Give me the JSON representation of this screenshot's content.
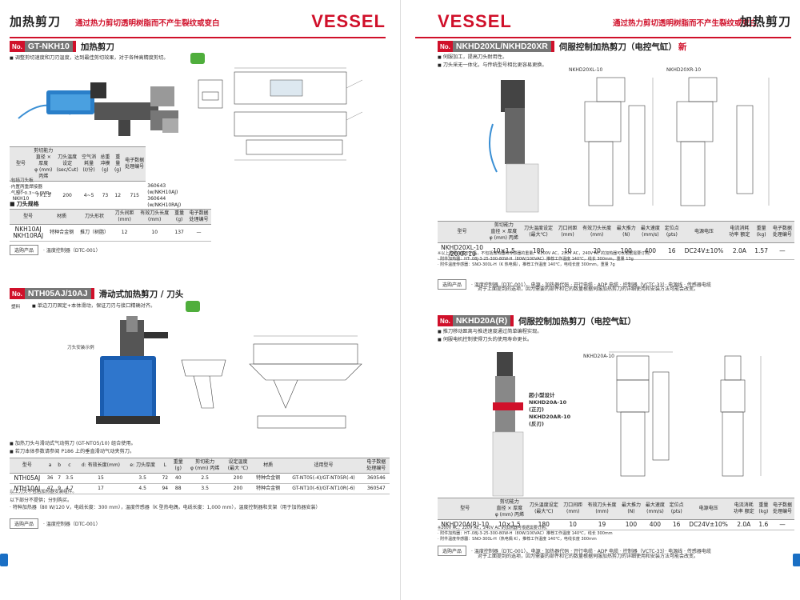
{
  "left_page": {
    "header": {
      "title": "加热剪刀",
      "tagline": "通过热力剪切透明树脂而不产生裂纹或变白",
      "logo": "VESSEL"
    },
    "s1": {
      "no": "No.",
      "code": "GT-NKH10",
      "name": "加热剪刀",
      "bullets": [
        "调整剪切速度和刀刃温度，达到最佳剪切效果，对于各种高精度剪切。"
      ],
      "table": {
        "headers": [
          "型号",
          "剪切能力\n直径 × 厚度\nφ (mm) 丙烯",
          "刀头温度\n设定\n(sec/Cut)",
          "空气消耗量\n(ℓ/分)",
          "总重冲模\n(g)",
          "重量\n(g)",
          "电子数据处理编号"
        ],
        "row": [
          "GT-NKH10",
          "7×1.5",
          "200",
          "4~5",
          "73",
          "12",
          "715",
          "360643 (w/NKH10AJ)\n360644 (w/NKH10RAJ)"
        ]
      },
      "notes": [
        "·包括刀头板",
        "·内置两重焊接器",
        "·气压：0.3~0.6MPa"
      ],
      "blade_title": "刀头规格",
      "blade_table": {
        "headers": [
          "型号",
          "材质",
          "刀头形状",
          "刀头间距\n(mm)",
          "有效刀头长度\n(mm)",
          "重量\n(g)",
          "电子数据\n处理编号"
        ],
        "rows": [
          [
            "NKH10AJ\nNKH10RAJ",
            "特种合金钢",
            "推刀（树脂）",
            "12",
            "10",
            "137",
            "—"
          ]
        ]
      },
      "related_label": "选购产品",
      "related_text": "· 温度控制器（DTC-001）"
    },
    "s2": {
      "no": "No.",
      "code": "NTH05AJ/10AJ",
      "name": "滑动式加热剪刀 / 刀头",
      "left_label": "塑料",
      "bullets": [
        "单边刀刃固定+本体滑动，保证刀刃与接口精确对齐。"
      ],
      "photo_label": "刀头安装示例",
      "bullets2": [
        "加热刀头与滑动式气动剪刀 (GT-NTO5/10) 组合使用。",
        "若刀本体参数请参阅 P186 上的垂直滑动气动夹剪刀。"
      ],
      "table": {
        "headers": [
          "型号",
          "a",
          "b",
          "c",
          "d: 有效长度(mm)",
          "e: 刀头厚度",
          "L",
          "重量\n(g)",
          "剪切能力\nφ (mm) 丙烯",
          "设定温度\n(最大 ℃)",
          "材质",
          "适用型号",
          "电子数据\n处理编号"
        ],
        "rows": [
          [
            "NTH05AJ",
            "36",
            "7",
            "3.5",
            "15",
            "3.5",
            "72",
            "40",
            "2.5",
            "200",
            "特种合金钢",
            "GT-NT05(-4)/GT-NT05R(-4)",
            "360546"
          ],
          [
            "NTH10AJ",
            "47",
            "9",
            "4.7",
            "17",
            "4.5",
            "94",
            "88",
            "3.5",
            "200",
            "特种合金钢",
            "GT-NT10(-6)/GT-NT10R(-6)",
            "360547"
          ]
        ]
      },
      "footnote1": "以上刀头不包括加热器安装组件。",
      "sub_title": "以下部分不提供；分别购买。",
      "sub_text": "· 特种加热器（80 W/120 V，电线长度：300 mm），温度传感器（K 型热电偶，电线长度：1,000 mm），温度控制器和支架（用于加热器安装）",
      "related_label": "选购产品",
      "related_text": "· 温度控制器（DTC-001）"
    }
  },
  "right_page": {
    "header": {
      "title": "加热剪刀",
      "tagline": "通过热力剪切透明树脂而不产生裂纹或变白",
      "logo": "VESSEL"
    },
    "s3": {
      "no": "No.",
      "code": "NKHD20XL/NKHD20XR",
      "name": "伺服控制加热剪刀（电控气缸）",
      "new": "新",
      "bullets": [
        "伺服加工，提高刀头耐用性。",
        "刀头采无一体化，与传统型号相比更容易更换。"
      ],
      "draw_label_l": "NKHD20XL-10",
      "draw_label_r": "NKHD20XR-10",
      "table": {
        "headers": [
          "型号",
          "剪切能力\n直径 × 厚度\nφ (mm) 丙烯",
          "刀头温度设定\n(最大℃)",
          "刀口间距\n(mm)",
          "有效刀头长度\n(mm)",
          "最大推力\n(N)",
          "最大速度\n(mm/s)",
          "定位点\n(pts)",
          "电源电压",
          "电流消耗\n功率 额定",
          "重量\n(kg)",
          "电子数据\n处理编号"
        ],
        "rows": [
          [
            "NKHD20XL-10\n/20XR-10",
            "10×1.5",
            "180",
            "10",
            "20",
            "100",
            "400",
            "16",
            "DC24V±10%",
            "2.0A",
            "1.57",
            "—"
          ]
        ]
      },
      "footnote": "※以上重量只基于产品，不包括加热器和传感器的重量。※200V AC，220V AC，240V AC 的加热器可以根据需要订购。\n· 附件加热器：HT-.08J-3-25-300-80W-H（80W/100VAC）推荐工作温度 140℃，线长 300mm，重量 13g\n· 附件温度传感器：SNO-300L-H（K 热电偶），推荐工作温度 140℃，电线长度 300mm，重量 7g",
      "related_label": "选购产品",
      "related_text": "· 温度控制器（DTC-001）、电源 · 加热器代码 · 开行电缆 · ADP 电缆 · 控制器（VCTC-33）· 电源线 · 传感器电缆",
      "related_text2": "对于上面提到的选项，因为需要的部件和它的数量根据伺服加热剪刀的详细使用和安装方法可能会改变。"
    },
    "s4": {
      "no": "No.",
      "code": "NKHD20A(R)",
      "name": "伺服控制加热剪刀（电控气缸）",
      "bullets": [
        "推刀移动距离与推进速度通过简单编程实现。",
        "伺服电机控制使得刀头的使用寿命更长。"
      ],
      "draw_label": "NKHD20A-10",
      "photo_caption": "超小型设计\nNKHD20A-10\n(正刃)\nNKHD20AR-10\n(反刃)",
      "table": {
        "headers": [
          "型号",
          "剪切能力\n直径 × 厚度\nφ (mm) 丙烯",
          "刀头温度设定\n(最大℃)",
          "刀口间距\n(mm)",
          "有效刀头长度\n(mm)",
          "最大推力\n(N)",
          "最大速度\n(mm/s)",
          "定位点\n(pts)",
          "电源电压",
          "电流消耗\n功率 额定",
          "重量\n(kg)",
          "电子数据\n处理编号"
        ],
        "rows": [
          [
            "NKHD20A(R)-10",
            "10×1.5",
            "180",
            "10",
            "19",
            "100",
            "400",
            "16",
            "DC24V±10%",
            "2.0A",
            "1.6",
            "—"
          ]
        ]
      },
      "footnote": "※200V AC，220V AC，240V AC 的加热器可根据需要订购。\n· 附件加热器：HT-.08J-3-25-300-80W-H（80W/100VAC）推荐工作温度 140℃，线长 300mm\n· 附件温度传感器：SNO-300L-H（热电偶 K），推荐工作温度 140℃，电线长度 300mm",
      "related_label": "选购产品",
      "related_text": "· 温度控制器（DTC-001）、电源 · 加热器代码 · 开行电缆 · ADP 电缆 · 控制器（VCTC-33）· 电源线 · 传感器电缆",
      "related_text2": "对于上面提到的选项，因为需要的部件和它的数量根据伺服加热剪刀的详细使用和安装方法可能会改变。"
    }
  }
}
